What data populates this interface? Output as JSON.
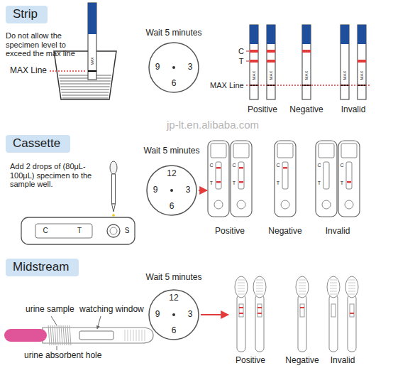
{
  "diagram": {
    "nodes": [
      {
        "text": [
          "Strip"
        ]
      },
      {
        "text": [
          "Cassette"
        ]
      },
      {
        "text": [
          "Midstream"
        ]
      }
    ],
    "labels": [
      "Do not allow the specimen level to exceed the max line",
      "MAX Line",
      "MAX",
      "Wait 5 minutes",
      "9",
      "3",
      "6",
      "C",
      "T",
      "MAX Line",
      "MAX",
      "MAX",
      "MAX",
      "MAX",
      "MAX",
      "Positive",
      "Negative",
      "Invalid",
      "jp-lt.en.alibaba.com",
      "Add 2 drops of (80μL-100μL) specimen to the sample well.",
      "Wait 5 minutes",
      "12",
      "9",
      "3",
      "6",
      "C",
      "T",
      "S",
      "C",
      "T",
      "C",
      "T",
      "C",
      "T",
      "C",
      "T",
      "C",
      "T",
      "Positive",
      "Negative",
      "Invalid",
      "urine sample",
      "watching window",
      "urine absorbent hole",
      "Wait 5 minutes",
      "12",
      "9",
      "3",
      "6",
      "Positive",
      "Negative",
      "Invalid"
    ]
  }
}
